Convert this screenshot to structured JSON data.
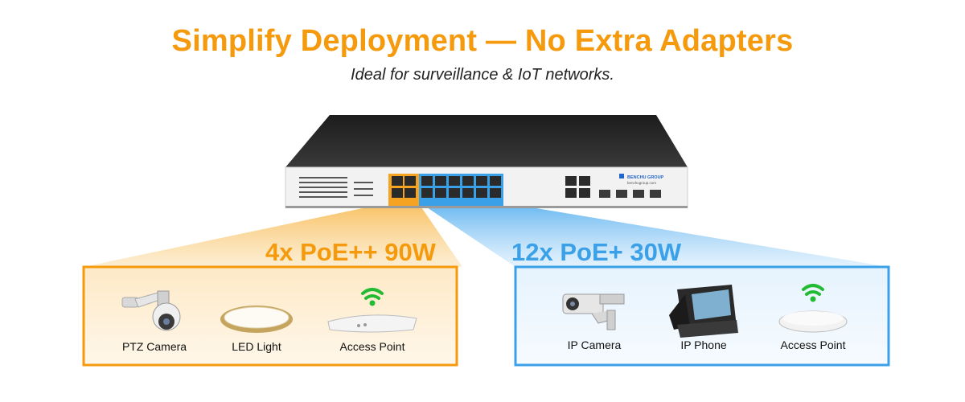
{
  "header": {
    "title": "Simplify Deployment — No Extra Adapters",
    "subtitle": "Ideal for surveillance & IoT networks."
  },
  "switch": {
    "brand": "BENCHU GROUP",
    "website": "benchugroup.com",
    "poe_plus_plus_port_count": 4,
    "poe_plus_port_count": 12,
    "uplink_rj45_count": 4,
    "sfp_count": 4
  },
  "groups": [
    {
      "label": "4x PoE++ 90W",
      "color": "#f59a0c",
      "devices": [
        {
          "name": "PTZ Camera",
          "icon": "ptz-camera-icon"
        },
        {
          "name": "LED Light",
          "icon": "led-light-icon"
        },
        {
          "name": "Access Point",
          "icon": "access-point-icon"
        }
      ]
    },
    {
      "label": "12x PoE+ 30W",
      "color": "#3aa0e8",
      "devices": [
        {
          "name": "IP Camera",
          "icon": "ip-camera-icon"
        },
        {
          "name": "IP Phone",
          "icon": "ip-phone-icon"
        },
        {
          "name": "Access Point",
          "icon": "access-point-icon"
        }
      ]
    }
  ]
}
